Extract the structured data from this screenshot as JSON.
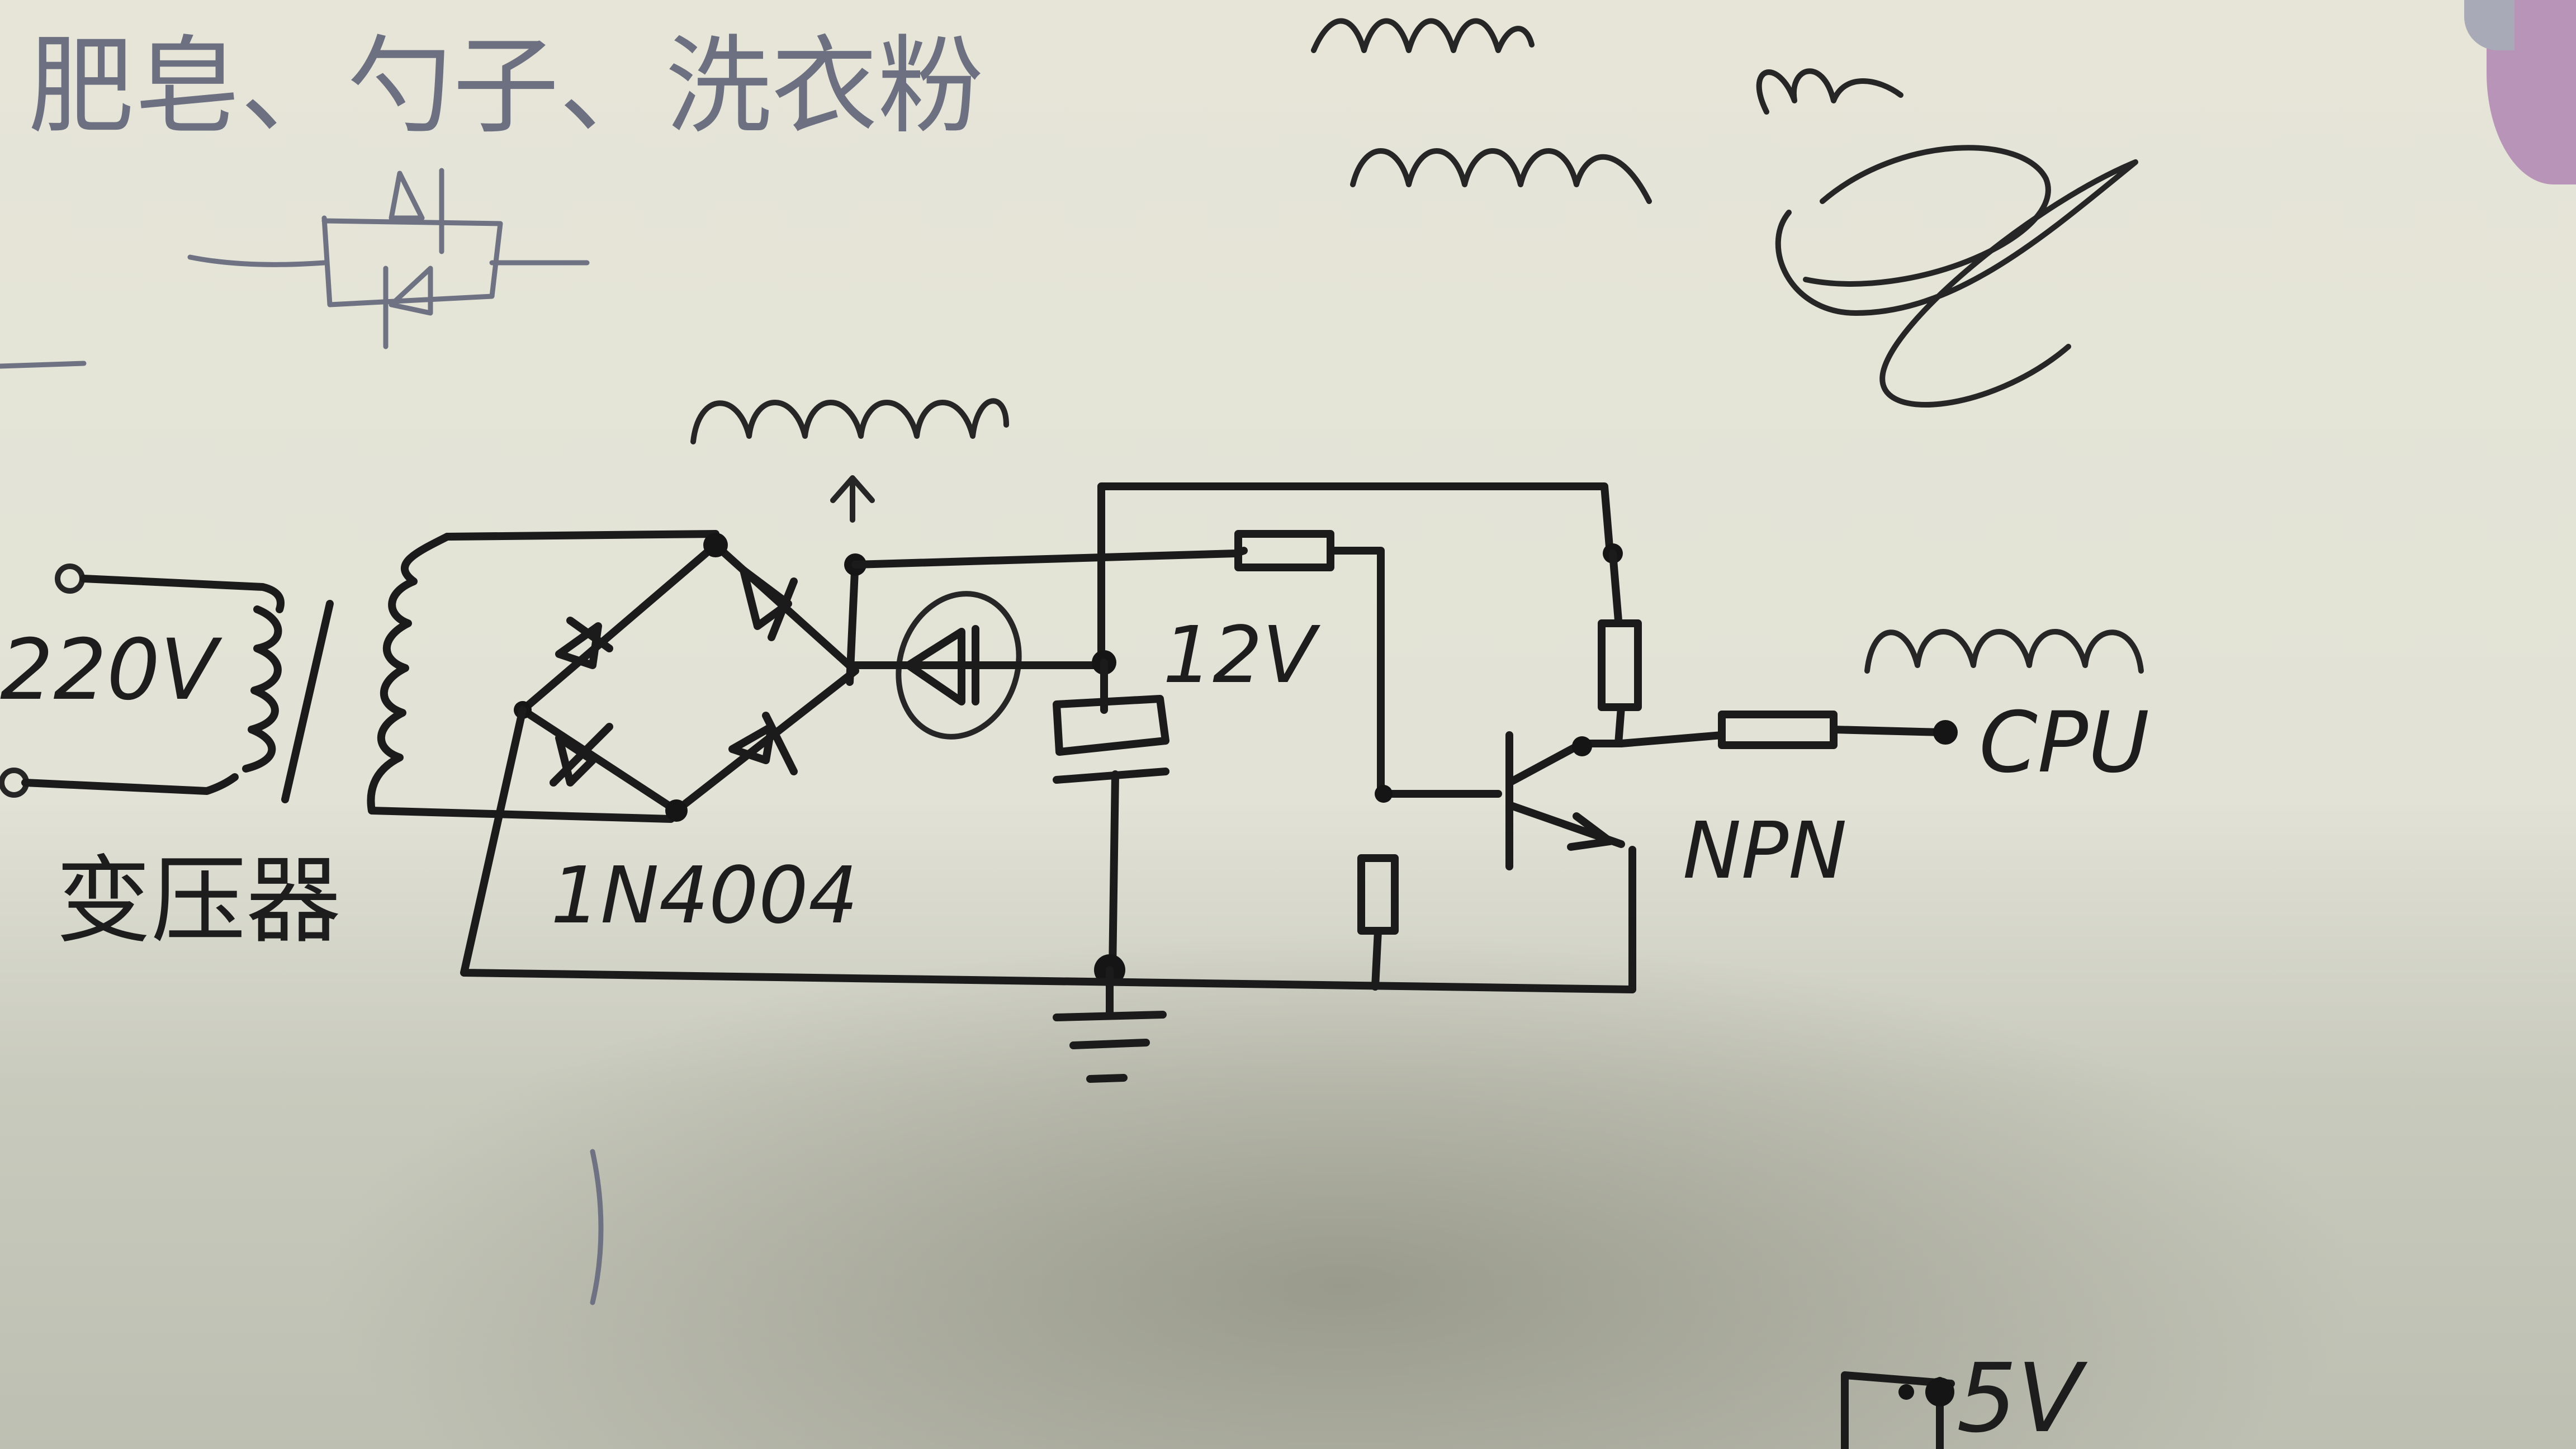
{
  "photo": {
    "paper_color": "#e4e4d8",
    "ink_color": "#1b1b1b",
    "pencil_color": "#6f7282"
  },
  "notes": {
    "top_text": "肥皂、勺子、洗衣粉"
  },
  "labels": {
    "mains_voltage": "220V",
    "transformer": "变压器",
    "bridge_diode": "1N4004",
    "supply_voltage": "12V",
    "transistor_type": "NPN",
    "output_target": "CPU",
    "bottom_voltage": "5V"
  },
  "components": [
    {
      "id": "transformer",
      "type": "transformer",
      "label": "变压器"
    },
    {
      "id": "bridge",
      "type": "bridge-rectifier",
      "label": "1N4004"
    },
    {
      "id": "led",
      "type": "diode-circled"
    },
    {
      "id": "cap",
      "type": "electrolytic-capacitor",
      "label": "12V"
    },
    {
      "id": "r1",
      "type": "resistor",
      "position": "top"
    },
    {
      "id": "r2",
      "type": "resistor",
      "position": "collector"
    },
    {
      "id": "r3",
      "type": "resistor",
      "position": "output-to-cpu"
    },
    {
      "id": "r4",
      "type": "resistor",
      "position": "base-pulldown"
    },
    {
      "id": "q1",
      "type": "npn-transistor",
      "label": "NPN"
    },
    {
      "id": "gnd",
      "type": "ground"
    },
    {
      "id": "bidir",
      "type": "antiparallel-diodes"
    }
  ],
  "waveforms": [
    {
      "id": "wave-top-1",
      "type": "coil-squiggle"
    },
    {
      "id": "wave-top-2",
      "type": "coil-squiggle"
    },
    {
      "id": "wave-bridge",
      "type": "rectified-humps"
    },
    {
      "id": "wave-cpu",
      "type": "rectified-humps"
    }
  ]
}
